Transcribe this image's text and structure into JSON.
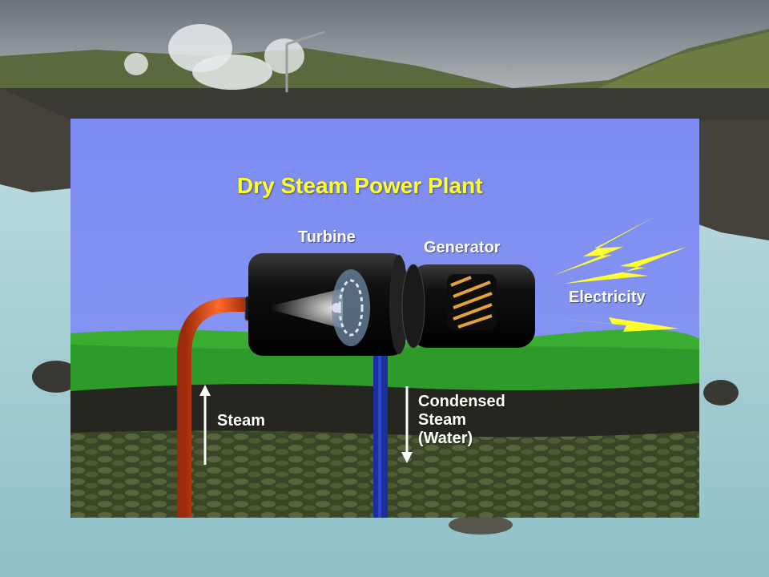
{
  "diagram": {
    "title": "Dry Steam Power Plant",
    "labels": {
      "turbine": "Turbine",
      "generator": "Generator",
      "electricity": "Electricity",
      "steam": "Steam",
      "condensed_line1": "Condensed",
      "condensed_line2": "Steam",
      "condensed_line3": "(Water)"
    }
  },
  "colors": {
    "sky": "#7f8df0",
    "title": "#ffff2a",
    "grass": "#2f9a2a",
    "soil": "#2a2a22",
    "rock": "#3c4a2a",
    "steam_pipe": "#d83a10",
    "water_pipe": "#1a2f9a",
    "lightning": "#ffff33",
    "lagoon": "#9fc9cf"
  }
}
